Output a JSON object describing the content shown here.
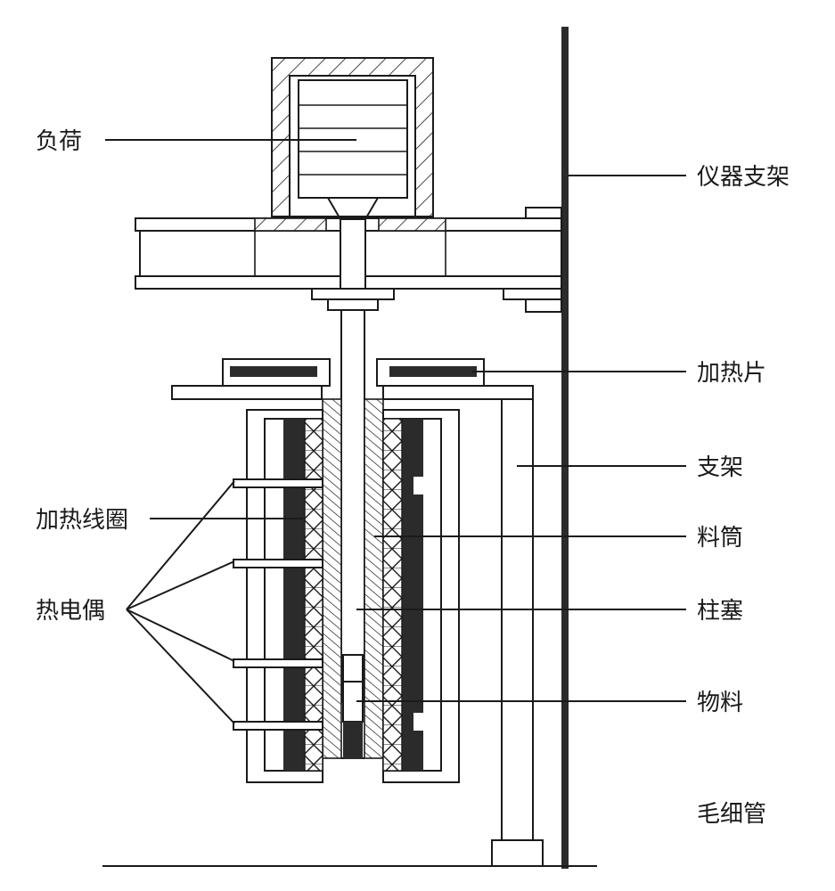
{
  "labels": {
    "load": "负荷",
    "instrument_frame": "仪器支架",
    "heater_plate": "加热片",
    "support": "支架",
    "heating_coil": "加热线圈",
    "barrel": "料筒",
    "thermocouple": "热电偶",
    "plunger": "柱塞",
    "material": "物料",
    "capillary": "毛细管"
  }
}
